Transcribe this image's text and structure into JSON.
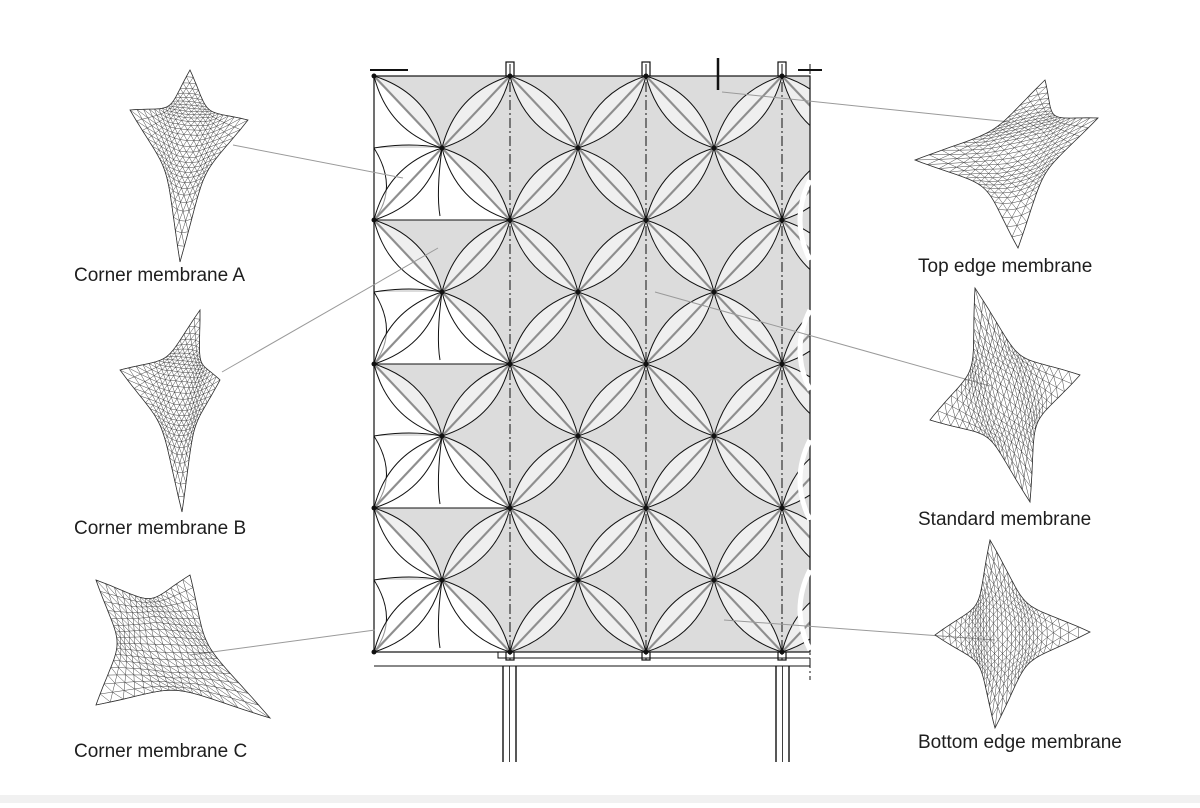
{
  "figure": {
    "labels": {
      "corner_a": "Corner membrane A",
      "corner_b": "Corner membrane B",
      "corner_c": "Corner membrane C",
      "top_edge": "Top edge membrane",
      "standard": "Standard membrane",
      "bottom_edge": "Bottom edge membrane"
    },
    "colors": {
      "membrane_fill": "#dcdcdc",
      "line": "#111111",
      "mesh": "#444444",
      "leader": "#9a9a9a"
    }
  }
}
